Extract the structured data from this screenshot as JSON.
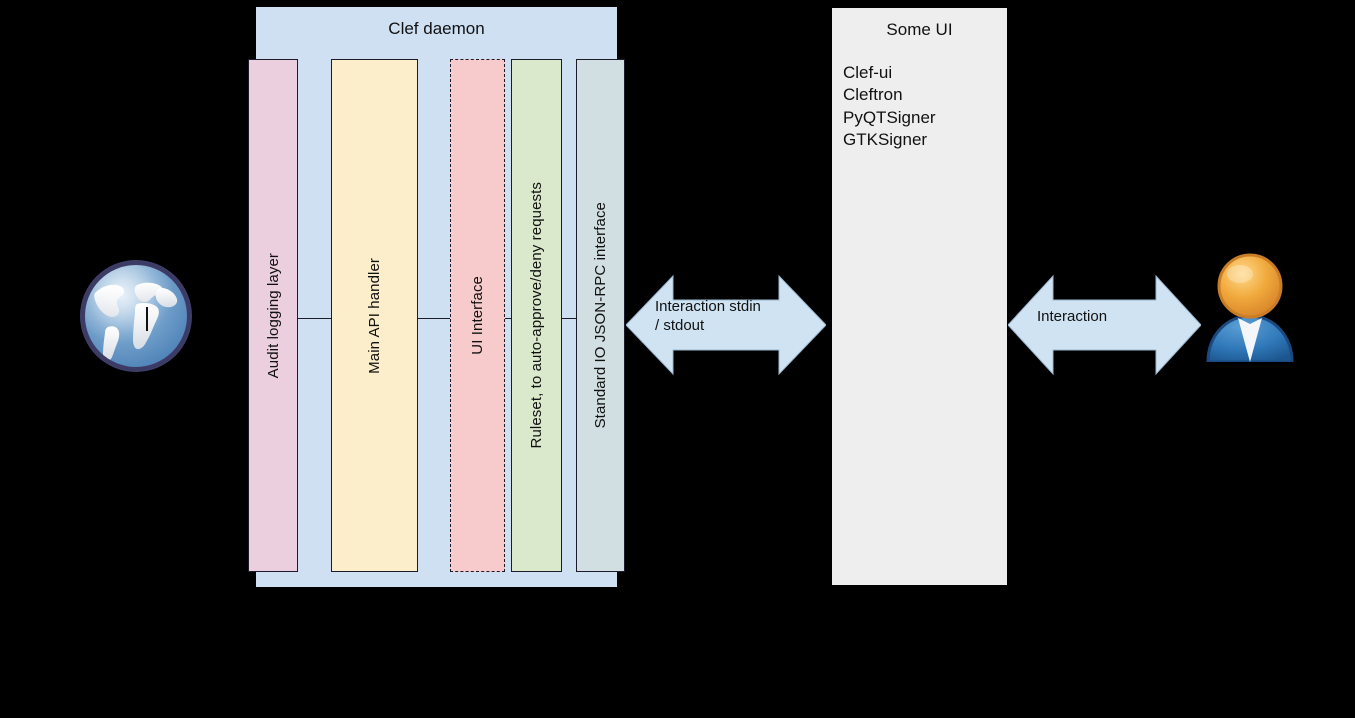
{
  "daemon": {
    "title": "Clef daemon",
    "columns": [
      {
        "name": "audit-logging-layer",
        "label": "Audit logging layer",
        "color": "#ebcfdf",
        "border": "solid"
      },
      {
        "name": "main-api-handler",
        "label": "Main API handler",
        "color": "#fdeecb",
        "border": "solid"
      },
      {
        "name": "ui-interface",
        "label": "UI Interface",
        "color": "#f7cbcb",
        "border": "dashed"
      },
      {
        "name": "ruleset",
        "label": "Ruleset, to auto-approve/deny requests",
        "color": "#dae8cc",
        "border": "solid"
      },
      {
        "name": "stdio-jsonrpc",
        "label": "Standard IO JSON-RPC interface",
        "color": "#d2dfe2",
        "border": "solid"
      }
    ],
    "container_color": "#cfe0f3"
  },
  "some_ui": {
    "title": "Some UI",
    "background": "#eeeeee",
    "items": [
      "Clef-ui",
      "Cleftron",
      "PyQTSigner",
      "GTKSigner"
    ]
  },
  "arrows": [
    {
      "name": "stdin-stdout-arrow",
      "label_line1": "Interaction stdin",
      "label_line2": "/ stdout",
      "color": "#cfe3f2"
    },
    {
      "name": "interaction-arrow",
      "label_line1": "Interaction",
      "label_line2": "",
      "color": "#cfe3f2"
    }
  ],
  "icons": {
    "globe": "globe-icon",
    "user": "user-icon"
  }
}
